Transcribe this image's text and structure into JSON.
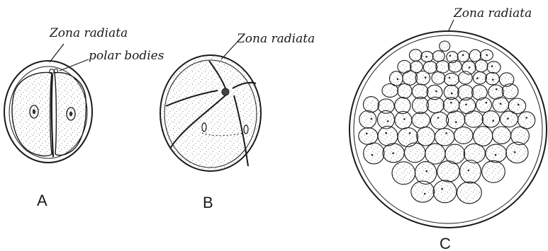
{
  "figure": {
    "panels": [
      {
        "id": "A",
        "label": "A",
        "annotations": [
          "Zona radiata",
          "polar bodies"
        ]
      },
      {
        "id": "B",
        "label": "B",
        "annotations": [
          "Zona radiata"
        ]
      },
      {
        "id": "C",
        "label": "C",
        "annotations": [
          "Zona radiata"
        ]
      }
    ]
  },
  "colors": {
    "ink": "#1a1a1a",
    "background": "#ffffff"
  }
}
